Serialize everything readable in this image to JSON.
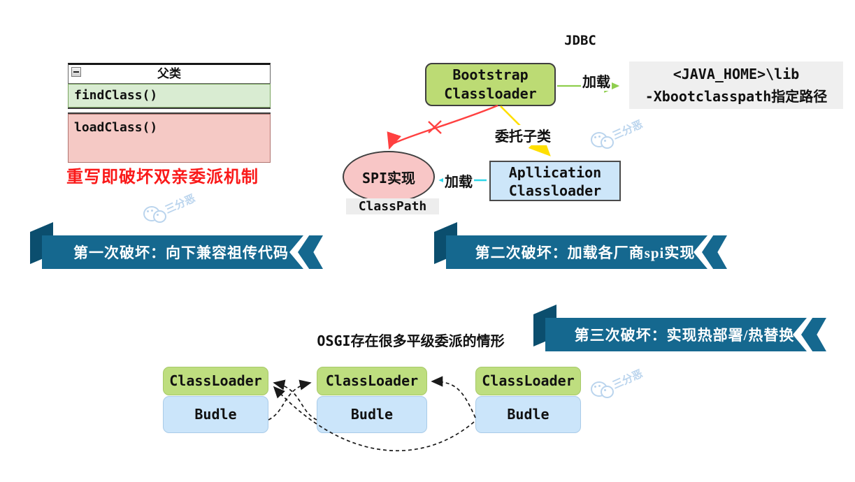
{
  "colors": {
    "box_green": "#bcdb74",
    "box_blue": "#cde6f9",
    "ellipse_pink": "#f8c6c6",
    "box_gray": "#efefef",
    "row_green": "#d9ecd2",
    "row_pink": "#f5c9c5",
    "ribbon_teal": "#15688f",
    "ribbon_fold": "#0b4e6e",
    "arrow_red": "#ff4040",
    "arrow_yellow": "#ffdf00",
    "arrow_green": "#8fce4e",
    "arrow_cyan": "#2fd6e8",
    "caption_red": "#fa1919",
    "watermark_blue": "#aecdeb"
  },
  "class_diagram": {
    "header_title": "父类",
    "methods": [
      {
        "label": "findClass()"
      },
      {
        "label": "loadClass()"
      }
    ],
    "caption": "重写即破坏双亲委派机制"
  },
  "flow": {
    "jdbc_label": "JDBC",
    "bootstrap_line1": "Bootstrap",
    "bootstrap_line2": "Classloader",
    "load_top_label": "加载",
    "javahome_line1": "<JAVA_HOME>\\lib",
    "javahome_line2": "-Xbootclasspath指定路径",
    "delegate_label": "委托子类",
    "application_line1": "Apllication",
    "application_line2": "Classloader",
    "load_bottom_label": "加载",
    "spi_label": "SPI实现",
    "classpath_label": "ClassPath"
  },
  "ribbons": [
    {
      "text": "第一次破坏：向下兼容祖传代码"
    },
    {
      "text": "第二次破坏：加载各厂商spi实现"
    },
    {
      "text": "第三次破坏：实现热部署/热替换"
    }
  ],
  "osgi": {
    "title": "OSGI存在很多平级委派的情形",
    "pairs": [
      {
        "classloader": "ClassLoader",
        "bundle": "Budle"
      },
      {
        "classloader": "ClassLoader",
        "bundle": "Budle"
      },
      {
        "classloader": "ClassLoader",
        "bundle": "Budle"
      }
    ]
  },
  "watermark": {
    "text": "三分恶"
  }
}
